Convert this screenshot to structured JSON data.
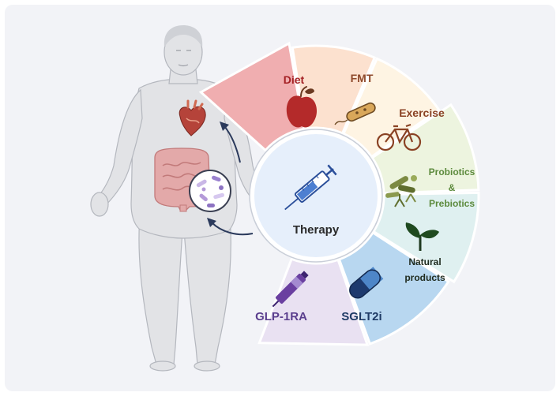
{
  "center": {
    "label": "Therapy"
  },
  "segments": [
    {
      "id": "diet",
      "label": "Diet",
      "fill": "#f0aeb0",
      "text_color": "#a31f23",
      "icon": "apple-icon"
    },
    {
      "id": "fmt",
      "label": "FMT",
      "fill": "#fce1cf",
      "text_color": "#8f4a2c",
      "icon": "bacterium-icon"
    },
    {
      "id": "exercise",
      "label": "Exercise",
      "fill": "#fef4e3",
      "text_color": "#8a4224",
      "icon": "bicycle-icon"
    },
    {
      "id": "probiotics",
      "label_lines": [
        "Probiotics",
        "&",
        "Prebiotics"
      ],
      "fill": "#edf4df",
      "text_color": "#5c8a3c",
      "icon": "bacteria-cluster-icon"
    },
    {
      "id": "natural",
      "label_lines": [
        "Natural",
        "products"
      ],
      "fill": "#dff0f0",
      "text_color": "#1f2b1f",
      "icon": "sprout-icon"
    },
    {
      "id": "sglt2i",
      "label": "SGLT2i",
      "fill": "#b8d7f0",
      "text_color": "#1f3b66",
      "icon": "capsule-icon"
    },
    {
      "id": "glp1ra",
      "label": "GLP-1RA",
      "fill": "#e9e1f2",
      "text_color": "#5b3f8e",
      "icon": "injection-pen-icon"
    }
  ],
  "colors": {
    "background": "#f2f3f7",
    "hub": "#e6effb",
    "body": "#e2e3e6",
    "body_outline": "#b4b7be",
    "arrow": "#2b3a5c",
    "intestine": "#e3a9a9",
    "heart": "#b5433a",
    "syringe": "#3e66b4"
  }
}
